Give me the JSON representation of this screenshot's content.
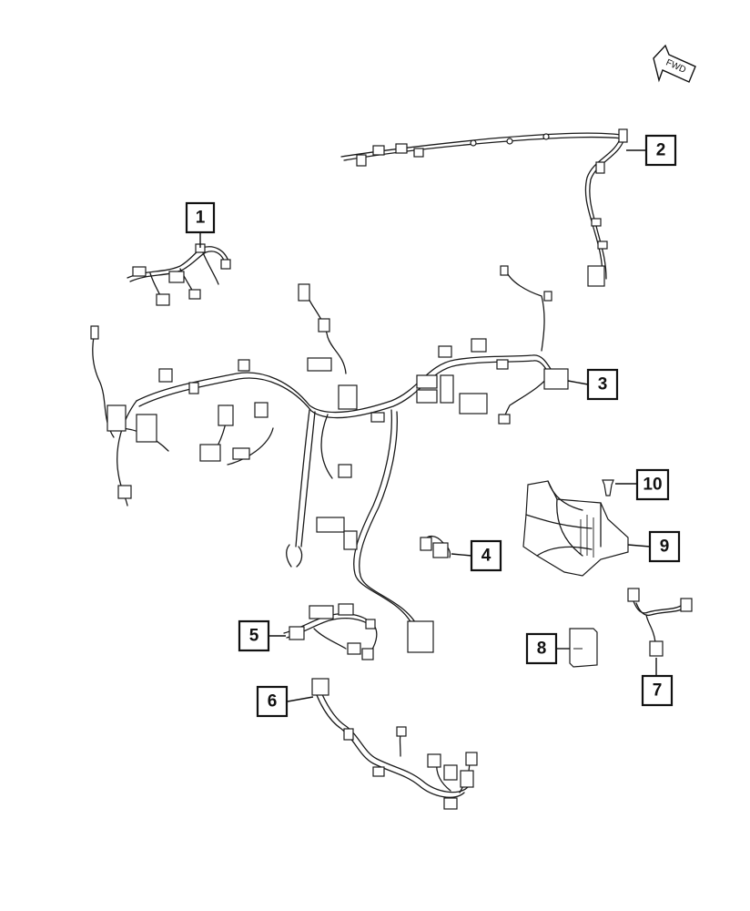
{
  "orientation": {
    "label": "FWD",
    "icon": "arrow-fwd-icon"
  },
  "callouts": [
    {
      "number": "1",
      "part": "harness-1"
    },
    {
      "number": "2",
      "part": "harness-2"
    },
    {
      "number": "3",
      "part": "harness-3"
    },
    {
      "number": "4",
      "part": "connector-4"
    },
    {
      "number": "5",
      "part": "harness-5"
    },
    {
      "number": "6",
      "part": "harness-6"
    },
    {
      "number": "7",
      "part": "jumper-7"
    },
    {
      "number": "8",
      "part": "module-8"
    },
    {
      "number": "9",
      "part": "bracket-9"
    },
    {
      "number": "10",
      "part": "fastener-10"
    }
  ]
}
